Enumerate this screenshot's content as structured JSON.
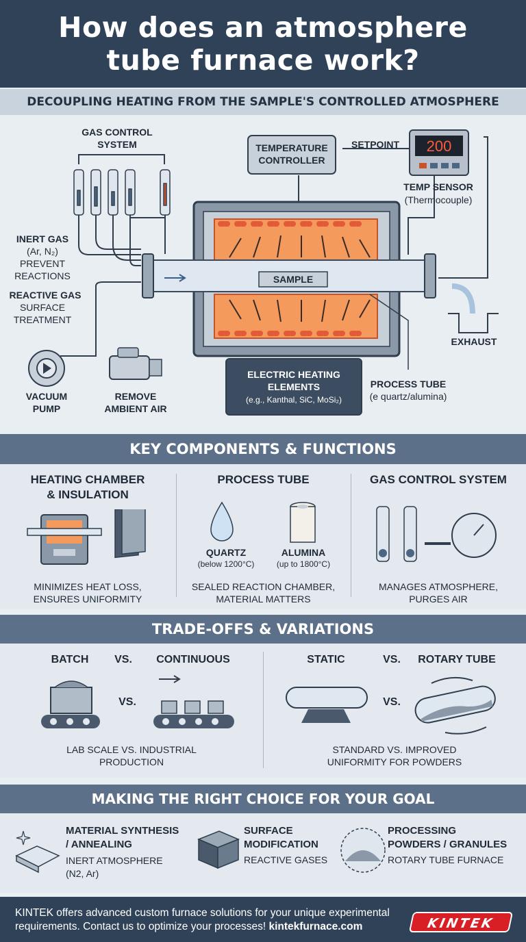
{
  "header": {
    "title_line1": "How does an atmosphere",
    "title_line2": "tube furnace work?"
  },
  "diagram": {
    "subtitle": "DECOUPLING HEATING FROM THE SAMPLE'S CONTROLLED ATMOSPHERE",
    "gas_control_system": "GAS CONTROL\nSYSTEM",
    "gas_control_line1": "GAS CONTROL",
    "gas_control_line2": "SYSTEM",
    "temperature_controller_line1": "TEMPERATURE",
    "temperature_controller_line2": "CONTROLLER",
    "setpoint": "SETPOINT",
    "display_value": "200",
    "temp_sensor_line1": "TEMP SENSOR",
    "temp_sensor_line2": "(Thermocouple)",
    "inert_gas_line1": "INERT GAS",
    "inert_gas_line2": "(Ar, N₂)",
    "inert_gas_line3": "PREVENT",
    "inert_gas_line4": "REACTIONS",
    "reactive_gas_line1": "REACTIVE GAS",
    "reactive_gas_line2": "SURFACE",
    "reactive_gas_line3": "TREATMENT",
    "sample": "SAMPLE",
    "exhaust": "EXHAUST",
    "vacuum_pump_line1": "VACUUM",
    "vacuum_pump_line2": "PUMP",
    "remove_air_line1": "REMOVE",
    "remove_air_line2": "AMBIENT AIR",
    "heating_elements_line1": "ELECTRIC HEATING",
    "heating_elements_line2": "ELEMENTS",
    "heating_elements_line3": "(e.g., Kanthal, SiC, MoSi₂)",
    "process_tube_line1": "PROCESS TUBE",
    "process_tube_line2": "(e quartz/alumina)"
  },
  "components": {
    "title": "KEY COMPONENTS & FUNCTIONS",
    "col1_title_line1": "HEATING CHAMBER",
    "col1_title_line2": "& INSULATION",
    "col1_desc_line1": "MINIMIZES HEAT LOSS,",
    "col1_desc_line2": "ENSURES UNIFORMITY",
    "col2_title": "PROCESS TUBE",
    "quartz": "QUARTZ",
    "quartz_note": "(below 1200°C)",
    "alumina": "ALUMINA",
    "alumina_note": "(up to 1800°C)",
    "col2_desc_line1": "SEALED REACTION CHAMBER,",
    "col2_desc_line2": "MATERIAL MATTERS",
    "col3_title": "GAS CONTROL SYSTEM",
    "col3_desc_line1": "MANAGES ATMOSPHERE,",
    "col3_desc_line2": "PURGES AIR"
  },
  "tradeoffs": {
    "title": "TRADE-OFFS & VARIATIONS",
    "batch": "BATCH",
    "vs": "VS.",
    "continuous": "CONTINUOUS",
    "left_desc_line1": "LAB SCALE VS. INDUSTRIAL",
    "left_desc_line2": "PRODUCTION",
    "static": "STATIC",
    "rotary": "ROTARY TUBE",
    "right_desc_line1": "STANDARD VS. IMPROVED",
    "right_desc_line2": "UNIFORMITY FOR POWDERS"
  },
  "choice": {
    "title": "MAKING THE RIGHT CHOICE FOR YOUR GOAL",
    "goal1_title_line1": "MATERIAL SYNTHESIS",
    "goal1_title_line2": "/ ANNEALING",
    "goal1_desc_line1": "INERT ATMOSPHERE",
    "goal1_desc_line2": "(N2, Ar)",
    "goal2_title_line1": "SURFACE",
    "goal2_title_line2": "MODIFICATION",
    "goal2_desc": "REACTIVE GASES",
    "goal3_title_line1": "PROCESSING",
    "goal3_title_line2": "POWDERS / GRANULES",
    "goal3_desc": "ROTARY TUBE FURNACE"
  },
  "footer": {
    "text_line1": "KINTEK offers advanced custom furnace solutions for your unique experimental",
    "text_line2_prefix": "requirements. Contact us to optimize your processes! ",
    "text_link": "kintekfurnace.com",
    "brand": "KINTEK"
  },
  "colors": {
    "header_bg": "#2f4257",
    "band_bg": "#5c7189",
    "panel_bg": "#e3e9ef",
    "heat_glow": "#f28c4a",
    "brand_red": "#d81f26"
  }
}
